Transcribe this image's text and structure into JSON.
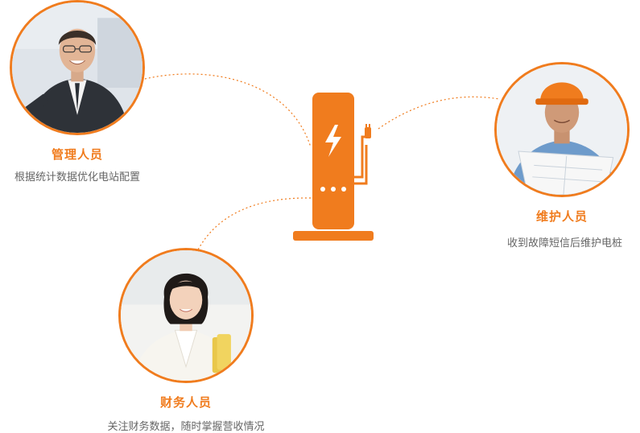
{
  "colors": {
    "accent": "#f07c1e",
    "description_text": "#666666",
    "connector": "#f07c1e"
  },
  "center": {
    "icon": "charging-station-icon"
  },
  "roles": {
    "manager": {
      "title": "管理人员",
      "description": "根据统计数据优化电站配置"
    },
    "maintenance": {
      "title": "维护人员",
      "description": "收到故障短信后维护电桩"
    },
    "finance": {
      "title": "财务人员",
      "description": "关注财务数据，随时掌握营收情况"
    }
  }
}
